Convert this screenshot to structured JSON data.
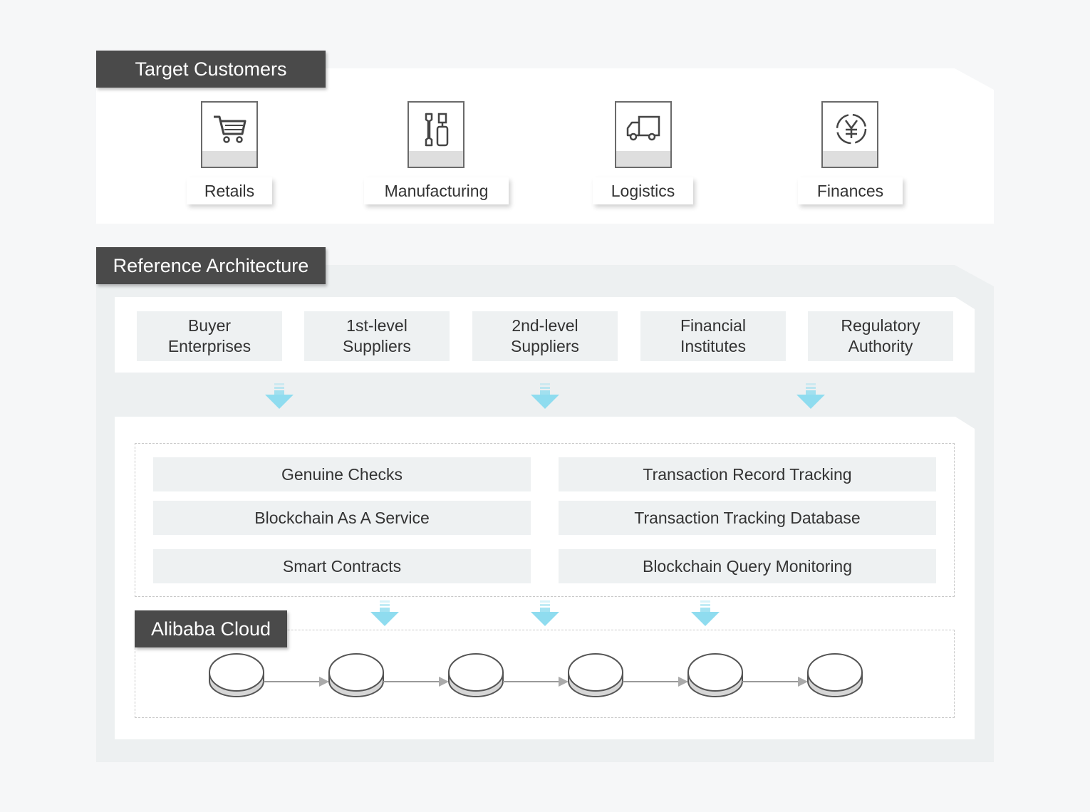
{
  "target_customers": {
    "title": "Target Customers",
    "items": [
      {
        "label": "Retails",
        "icon": "shopping-cart-icon"
      },
      {
        "label": "Manufacturing",
        "icon": "tools-icon"
      },
      {
        "label": "Logistics",
        "icon": "truck-icon"
      },
      {
        "label": "Finances",
        "icon": "yen-coin-icon"
      }
    ]
  },
  "reference_architecture": {
    "title": "Reference Architecture",
    "parties": [
      {
        "label": "Buyer\nEnterprises"
      },
      {
        "label": "1st-level\nSuppliers"
      },
      {
        "label": "2nd-level\nSuppliers"
      },
      {
        "label": "Financial\nInstitutes"
      },
      {
        "label": "Regulatory\nAuthority"
      }
    ],
    "services_left": [
      "Genuine Checks",
      "Blockchain As A Service",
      "Smart Contracts"
    ],
    "services_right": [
      "Transaction Record Tracking",
      "Transaction Tracking Database",
      "Blockchain Query Monitoring"
    ],
    "cloud": {
      "title": "Alibaba Cloud",
      "node_count": 6
    }
  },
  "colors": {
    "tab_bg": "#4a4a4a",
    "arrow": "#8fdcef",
    "panel_bg": "#edf0f1",
    "cell_bg": "#eef1f2"
  }
}
